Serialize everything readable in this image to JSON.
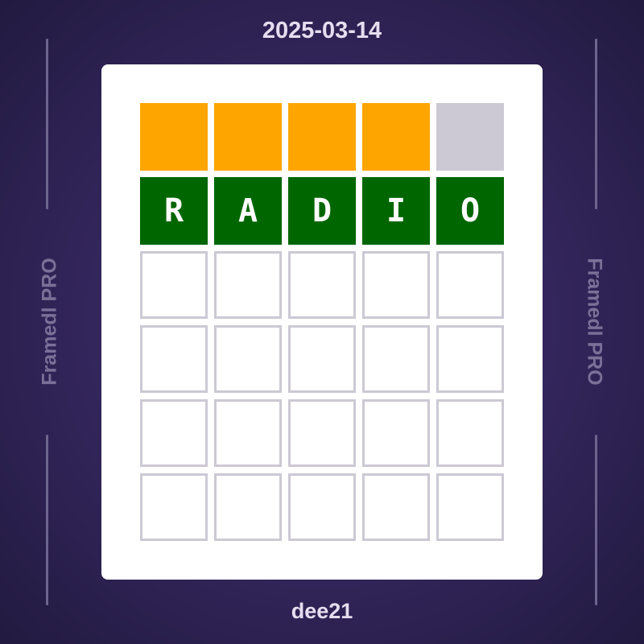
{
  "date": "2025-03-14",
  "username": "dee21",
  "brand": "Framedl PRO",
  "colors": {
    "present": "#ffa500",
    "correct": "#006600",
    "absent": "#ccc9d4",
    "empty_border": "#ccc9d4"
  },
  "board": [
    [
      {
        "letter": "",
        "state": "present"
      },
      {
        "letter": "",
        "state": "present"
      },
      {
        "letter": "",
        "state": "present"
      },
      {
        "letter": "",
        "state": "present"
      },
      {
        "letter": "",
        "state": "absent"
      }
    ],
    [
      {
        "letter": "R",
        "state": "correct"
      },
      {
        "letter": "A",
        "state": "correct"
      },
      {
        "letter": "D",
        "state": "correct"
      },
      {
        "letter": "I",
        "state": "correct"
      },
      {
        "letter": "O",
        "state": "correct"
      }
    ],
    [
      {
        "letter": "",
        "state": "empty"
      },
      {
        "letter": "",
        "state": "empty"
      },
      {
        "letter": "",
        "state": "empty"
      },
      {
        "letter": "",
        "state": "empty"
      },
      {
        "letter": "",
        "state": "empty"
      }
    ],
    [
      {
        "letter": "",
        "state": "empty"
      },
      {
        "letter": "",
        "state": "empty"
      },
      {
        "letter": "",
        "state": "empty"
      },
      {
        "letter": "",
        "state": "empty"
      },
      {
        "letter": "",
        "state": "empty"
      }
    ],
    [
      {
        "letter": "",
        "state": "empty"
      },
      {
        "letter": "",
        "state": "empty"
      },
      {
        "letter": "",
        "state": "empty"
      },
      {
        "letter": "",
        "state": "empty"
      },
      {
        "letter": "",
        "state": "empty"
      }
    ],
    [
      {
        "letter": "",
        "state": "empty"
      },
      {
        "letter": "",
        "state": "empty"
      },
      {
        "letter": "",
        "state": "empty"
      },
      {
        "letter": "",
        "state": "empty"
      },
      {
        "letter": "",
        "state": "empty"
      }
    ]
  ]
}
